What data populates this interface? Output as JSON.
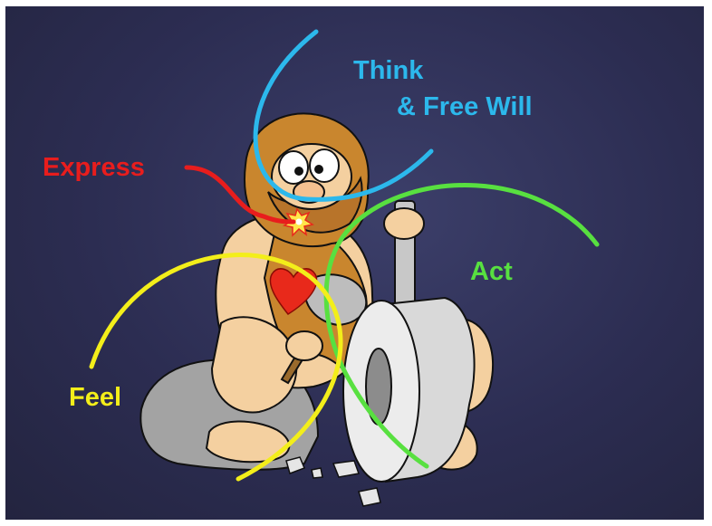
{
  "labels": {
    "think_line1": "Think",
    "think_line2": "& Free Will",
    "express": "Express",
    "act": "Act",
    "feel": "Feel"
  },
  "colors": {
    "think": "#2cb8ec",
    "express": "#e81d1d",
    "act": "#58e040",
    "feel": "#f3ee1a",
    "background": "#2c2d52"
  }
}
